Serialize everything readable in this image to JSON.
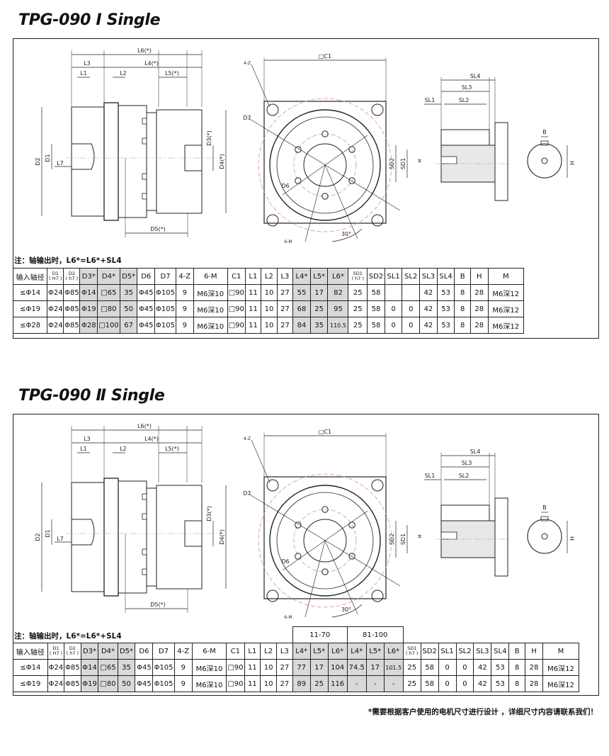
{
  "section1": {
    "title": "TPG-090  Ⅰ  Single",
    "note": "注：轴输出时，L6*=L6*+SL4",
    "headers": [
      "输入轴径",
      "D1\n( H7 )",
      "D2\n( h7 )",
      "D3*",
      "D4*",
      "D5*",
      "D6",
      "D7",
      "4-Z",
      "6-M",
      "C1",
      "L1",
      "L2",
      "L3",
      "L4*",
      "L5*",
      "L6*",
      "SD1\n( h7 )",
      "SD2",
      "SL1",
      "SL2",
      "SL3",
      "SL4",
      "B",
      "H",
      "M"
    ],
    "rows": [
      [
        "≤Φ14",
        "Φ24",
        "Φ85",
        "Φ14",
        "□65",
        "35",
        "Φ45",
        "Φ105",
        "9",
        "M6深10",
        "□90",
        "11",
        "10",
        "27",
        "55",
        "17",
        "82",
        "25",
        "58",
        "",
        "",
        "42",
        "53",
        "8",
        "28",
        "M6深12"
      ],
      [
        "≤Φ19",
        "Φ24",
        "Φ85",
        "Φ19",
        "□80",
        "50",
        "Φ45",
        "Φ105",
        "9",
        "M6深10",
        "□90",
        "11",
        "10",
        "27",
        "68",
        "25",
        "95",
        "25",
        "58",
        "0",
        "0",
        "42",
        "53",
        "8",
        "28",
        "M6深12"
      ],
      [
        "≤Φ28",
        "Φ24",
        "Φ85",
        "Φ28",
        "□100",
        "67",
        "Φ45",
        "Φ105",
        "9",
        "M6深10",
        "□90",
        "11",
        "10",
        "27",
        "84",
        "35",
        "110.5",
        "25",
        "58",
        "0",
        "0",
        "42",
        "53",
        "8",
        "28",
        "M6深12"
      ]
    ]
  },
  "section2": {
    "title": "TPG-090  Ⅱ Single",
    "note": "注：轴输出时，L6*=L6*+SL4",
    "groups": [
      "11-70",
      "81-100"
    ],
    "headers": [
      "输入轴径",
      "D1\n( H7 )",
      "D2\n( h7 )",
      "D3*",
      "D4*",
      "D5*",
      "D6",
      "D7",
      "4-Z",
      "6-M",
      "C1",
      "L1",
      "L2",
      "L3",
      "L4*",
      "L5*",
      "L6*",
      "L4*",
      "L5*",
      "L6*",
      "SD1\n( h7 )",
      "SD2",
      "SL1",
      "SL2",
      "SL3",
      "SL4",
      "B",
      "H",
      "M"
    ],
    "rows": [
      [
        "≤Φ14",
        "Φ24",
        "Φ85",
        "Φ14",
        "□65",
        "35",
        "Φ45",
        "Φ105",
        "9",
        "M6深10",
        "□90",
        "11",
        "10",
        "27",
        "77",
        "17",
        "104",
        "74.5",
        "17",
        "101.5",
        "25",
        "58",
        "0",
        "0",
        "42",
        "53",
        "8",
        "28",
        "M6深12"
      ],
      [
        "≤Φ19",
        "Φ24",
        "Φ85",
        "Φ19",
        "□80",
        "50",
        "Φ45",
        "Φ105",
        "9",
        "M6深10",
        "□90",
        "11",
        "10",
        "27",
        "89",
        "25",
        "116",
        "-",
        "-",
        "-",
        "25",
        "58",
        "0",
        "0",
        "42",
        "53",
        "8",
        "28",
        "M6深12"
      ]
    ]
  },
  "drawing_labels": {
    "L6": "L6(*)",
    "L3": "L3",
    "L4": "L4(*)",
    "L1": "L1",
    "L2": "L2",
    "L5": "L5(*)",
    "D1": "D1",
    "D2": "D2",
    "L7": "L7",
    "D3": "D3(*)",
    "D4": "D4(*)",
    "D5": "D5(*)",
    "4Z": "4-Z",
    "C1": "□C1",
    "D7": "D7",
    "D6": "D6",
    "6M": "6-M",
    "deg": "30°",
    "SL4": "SL4",
    "SL3": "SL3",
    "SL1": "SL1",
    "SL2": "SL2",
    "SD2": "SD2",
    "SD1": "SD1",
    "M": "M",
    "B": "B",
    "H": "H"
  },
  "footer": "*需要根据客户使用的电机尺寸进行设计 ，详细尺寸内容请联系我们！"
}
